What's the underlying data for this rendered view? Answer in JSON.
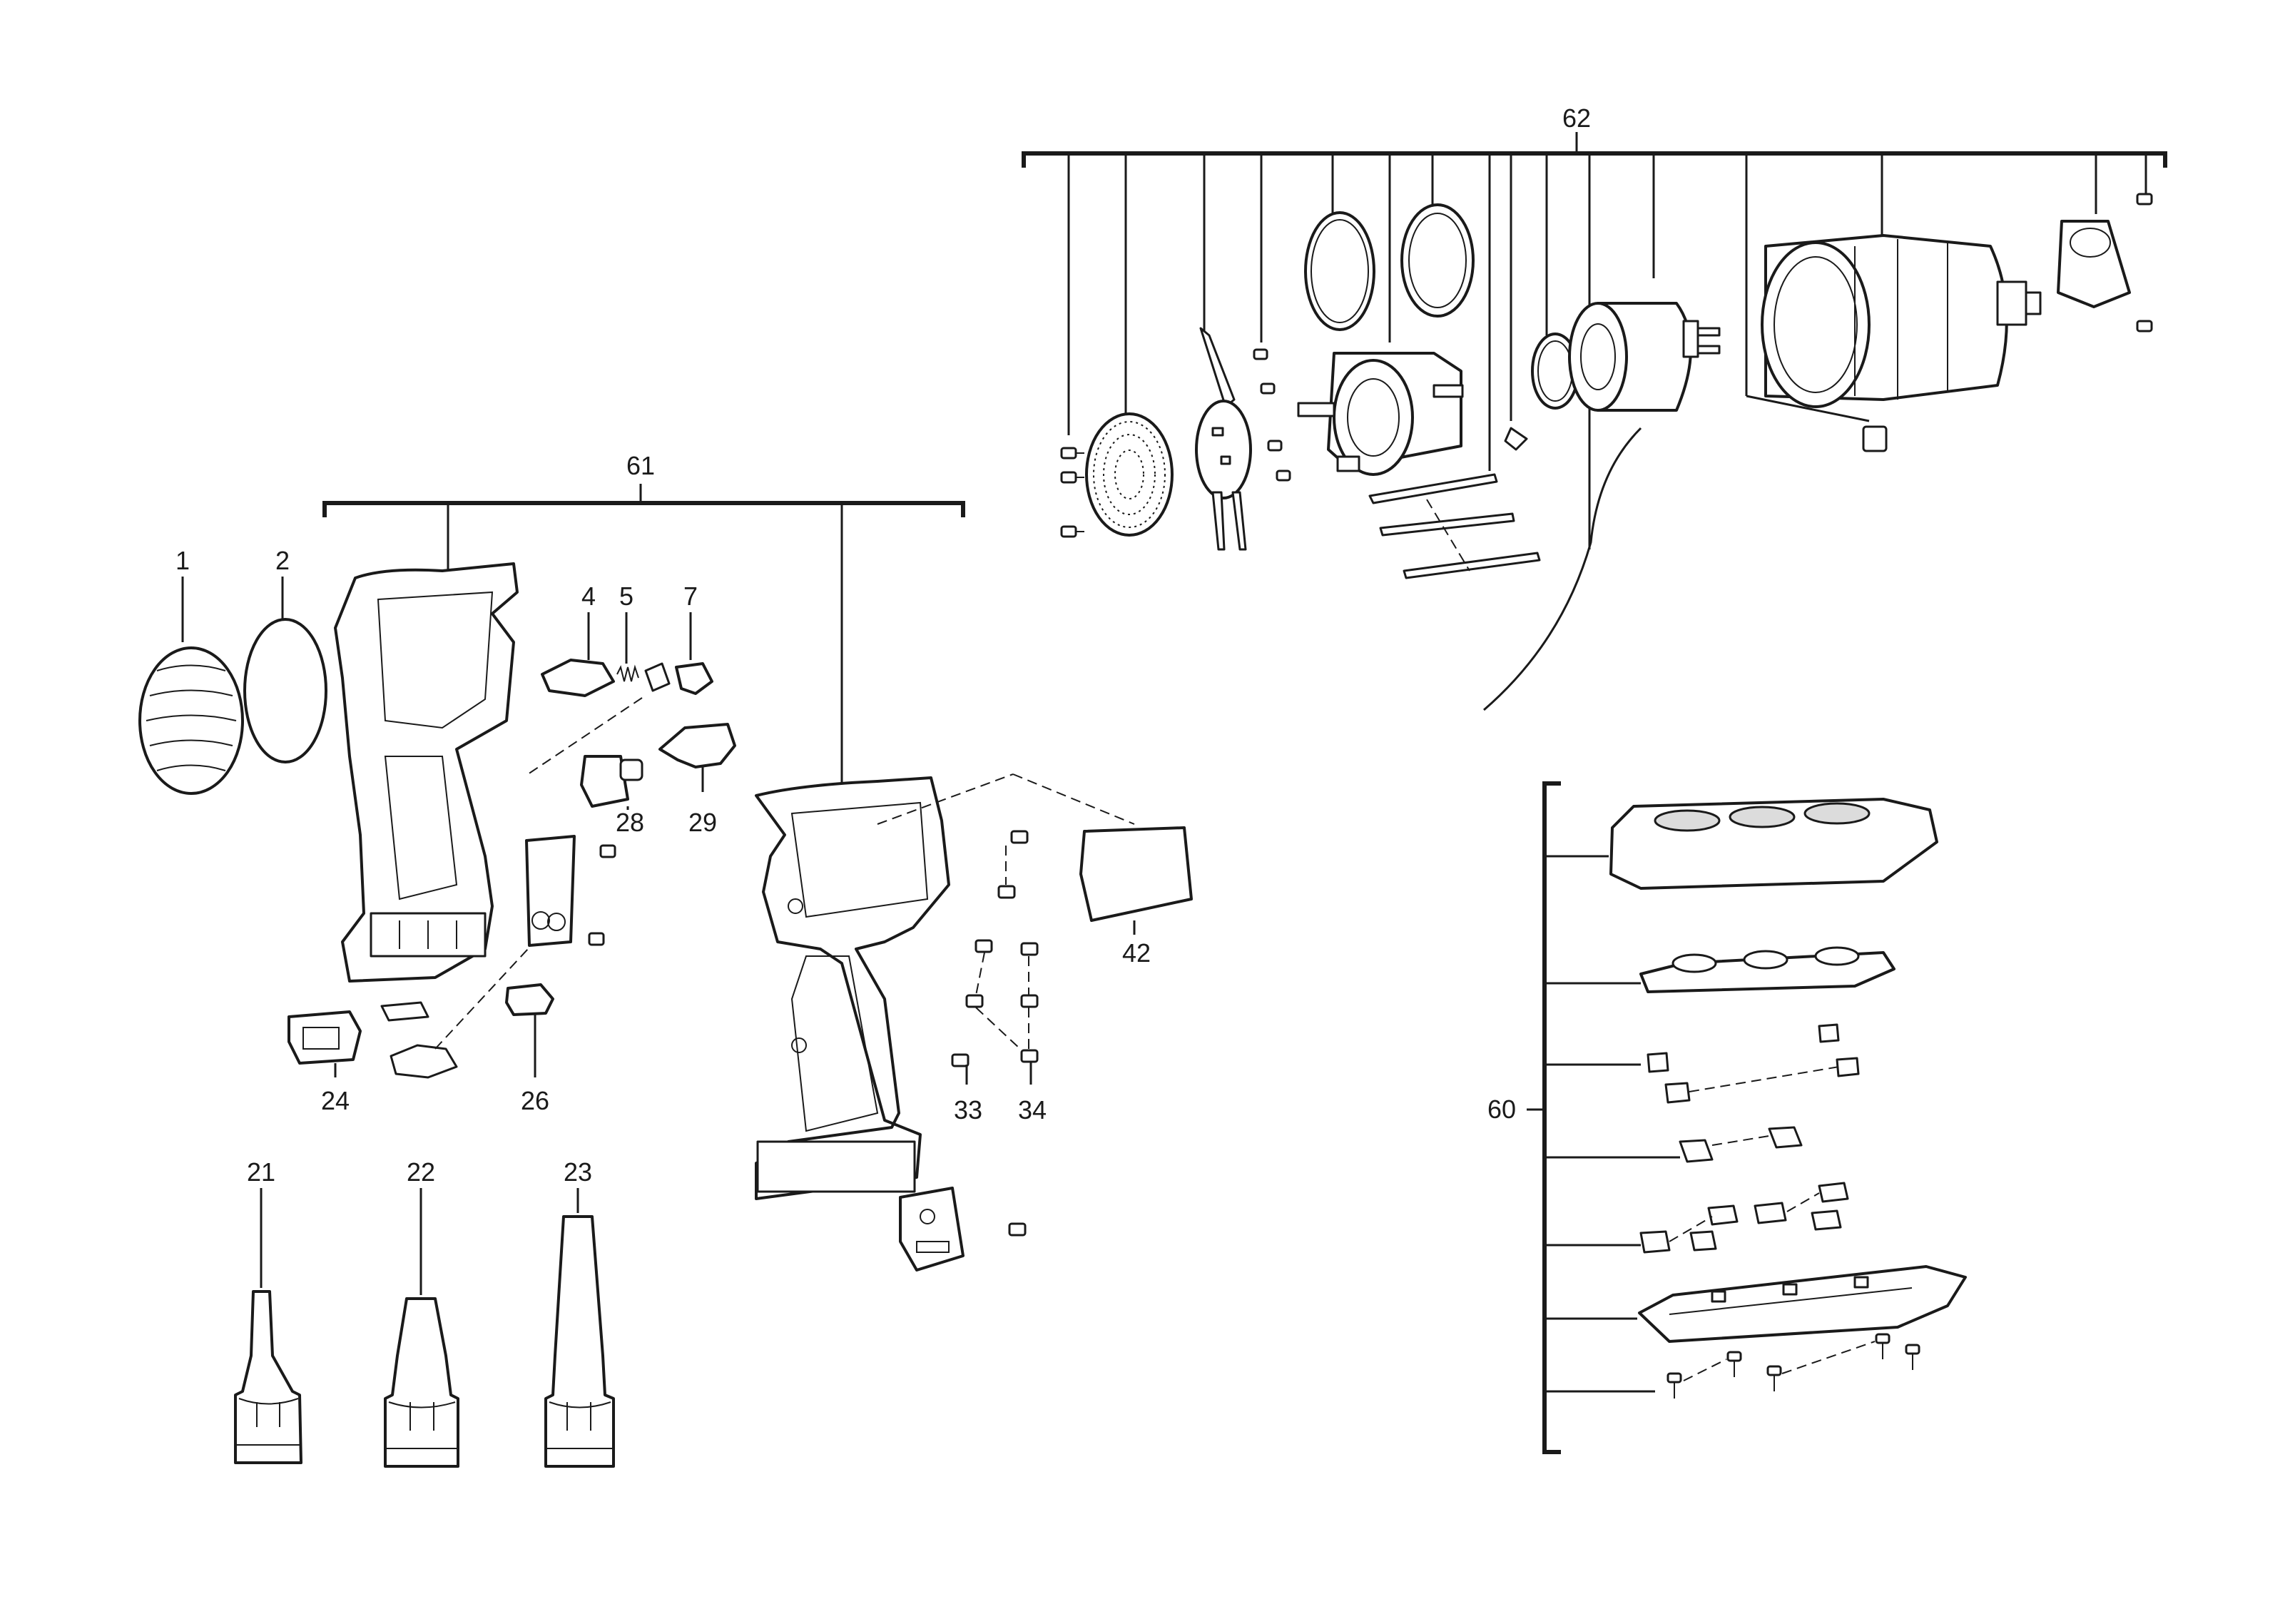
{
  "labels": {
    "p1": "1",
    "p2": "2",
    "p4": "4",
    "p5": "5",
    "p7": "7",
    "p21": "21",
    "p22": "22",
    "p23": "23",
    "p24": "24",
    "p26": "26",
    "p28": "28",
    "p29": "29",
    "p33": "33",
    "p34": "34",
    "p42": "42",
    "p60": "60",
    "p61": "61",
    "p62": "62"
  }
}
